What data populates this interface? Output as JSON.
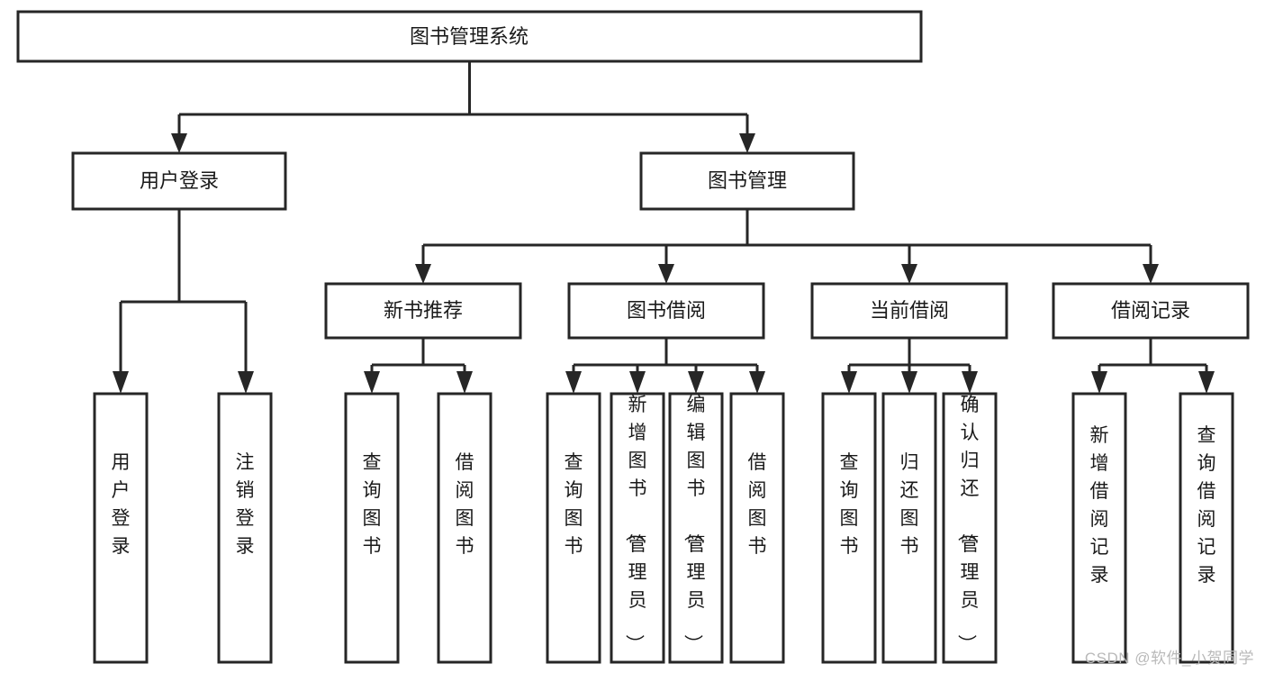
{
  "diagram": {
    "title": "图书管理系统",
    "type": "tree-hierarchy-chart",
    "watermark": "CSDN @软件_小贺同学",
    "colors": {
      "stroke": "#262626",
      "fill": "#ffffff",
      "text": "#1a1a1a",
      "watermark": "#b9b9b9"
    },
    "levels": {
      "root": {
        "label": "图书管理系统"
      },
      "level2": [
        {
          "label": "用户登录"
        },
        {
          "label": "图书管理"
        }
      ],
      "level3": [
        {
          "label": "新书推荐"
        },
        {
          "label": "图书借阅"
        },
        {
          "label": "当前借阅"
        },
        {
          "label": "借阅记录"
        }
      ],
      "leaves": {
        "user_login": [
          {
            "label": "用户登录"
          },
          {
            "label": "注销登录"
          }
        ],
        "new_book": [
          {
            "label": "查询图书"
          },
          {
            "label": "借阅图书"
          }
        ],
        "book_borrow": [
          {
            "label": "查询图书"
          },
          {
            "label": "新增图书（管理员）"
          },
          {
            "label": "编辑图书（管理员）"
          },
          {
            "label": "借阅图书"
          }
        ],
        "current_borrow": [
          {
            "label": "查询图书"
          },
          {
            "label": "归还图书"
          },
          {
            "label": "确认归还（管理员）"
          }
        ],
        "borrow_record": [
          {
            "label": "新增借阅记录"
          },
          {
            "label": "查询借阅记录"
          }
        ]
      }
    }
  }
}
